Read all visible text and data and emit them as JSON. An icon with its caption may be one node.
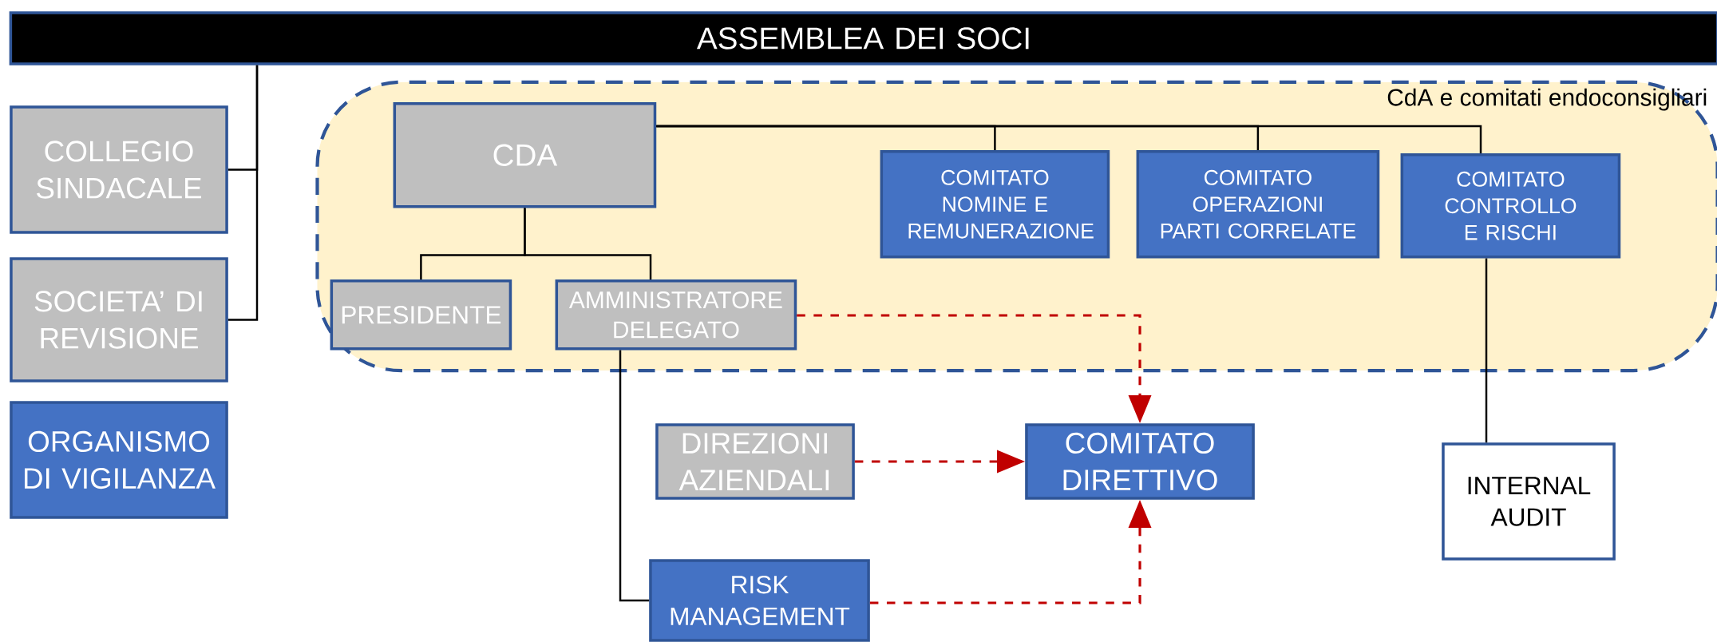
{
  "diagram": {
    "nodes": [
      {
        "text": [
          "ASSEMBLEA DEI SOCI"
        ]
      },
      {
        "text": [
          "COLLEGIO SINDACALE"
        ]
      },
      {
        "text": [
          "SOCIETA’ DI REVISIONE"
        ]
      },
      {
        "text": [
          "ORGANISMO DI VIGILANZA"
        ]
      },
      {
        "text": [
          "CdA e comitati endoconsigliari"
        ]
      },
      {
        "text": [
          "CDA"
        ],
        "in": 4
      },
      {
        "text": [
          "COMITATO NOMINE E REMUNERAZIONE"
        ],
        "in": 4
      },
      {
        "text": [
          "COMITATO OPERAZIONI PARTI CORRELATE"
        ],
        "in": 4
      },
      {
        "text": [
          "COMITATO CONTROLLO E RISCHI"
        ],
        "in": 4
      },
      {
        "text": [
          "PRESIDENTE"
        ],
        "in": 4
      },
      {
        "text": [
          "AMMINISTRATORE DELEGATO"
        ],
        "in": 4
      },
      {
        "text": [
          "DIREZIONI AZIENDALI"
        ]
      },
      {
        "text": [
          "COMITATO DIRETTIVO"
        ]
      },
      {
        "text": [
          "INTERNAL AUDIT"
        ]
      },
      {
        "text": [
          "RISK MANAGEMENT"
        ]
      }
    ],
    "edges": [
      {
        "from": 0,
        "to": 1,
        "arrow": "none"
      },
      {
        "from": 0,
        "to": 2,
        "arrow": "none"
      },
      {
        "from": 5,
        "to": 6,
        "arrow": "none"
      },
      {
        "from": 5,
        "to": 7,
        "arrow": "none"
      },
      {
        "from": 5,
        "to": 8,
        "arrow": "none"
      },
      {
        "from": 5,
        "to": 9,
        "arrow": "none"
      },
      {
        "from": 5,
        "to": 10,
        "arrow": "none"
      },
      {
        "from": 8,
        "to": 13,
        "arrow": "none"
      },
      {
        "from": 10,
        "to": 14,
        "arrow": "none"
      },
      {
        "from": 10,
        "to": 12,
        "arrow": "to",
        "style": "dashed",
        "color": "#c00000"
      },
      {
        "from": 11,
        "to": 12,
        "arrow": "to",
        "style": "dashed",
        "color": "#c00000"
      },
      {
        "from": 14,
        "to": 12,
        "arrow": "to",
        "style": "dashed",
        "color": "#c00000"
      }
    ]
  }
}
